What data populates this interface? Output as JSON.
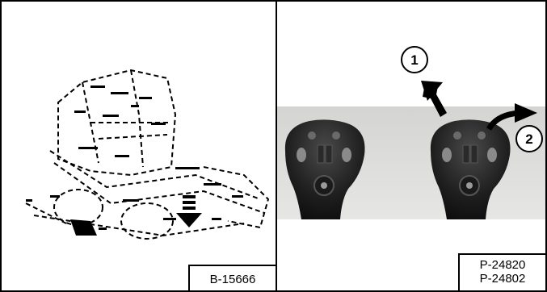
{
  "left_panel": {
    "illustration_icon": "skid-steer-loader-illustration",
    "caption": "B-15666"
  },
  "right_panel": {
    "photo_icon": "joystick-handles-photo",
    "callout_1": "1",
    "callout_2": "2",
    "caption_line1": "P-24820",
    "caption_line2": "P-24802"
  }
}
